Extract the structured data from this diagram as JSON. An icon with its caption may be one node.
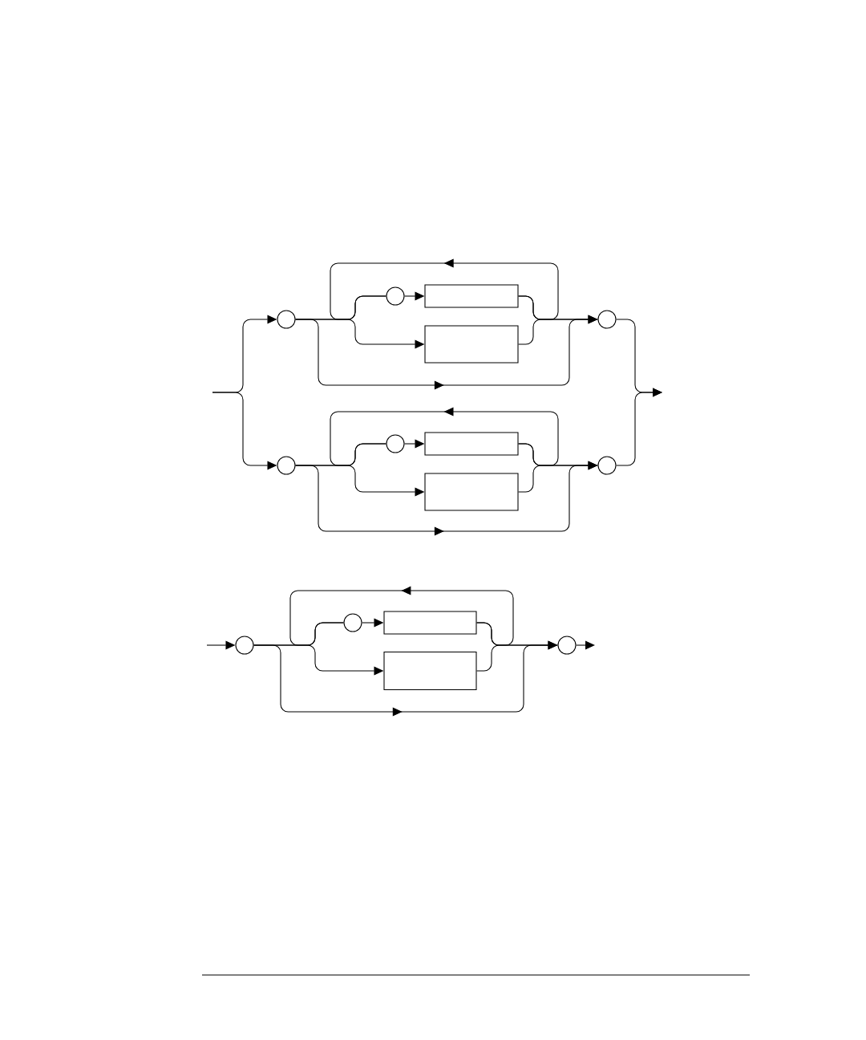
{
  "diagram": {
    "nodes": [
      {
        "text": [],
        "shape": "circle"
      },
      {
        "text": [],
        "shape": "circle"
      },
      {
        "text": [],
        "shape": "box"
      },
      {
        "text": [],
        "shape": "box"
      },
      {
        "text": [],
        "shape": "circle"
      },
      {
        "text": [],
        "shape": "circle"
      },
      {
        "text": [],
        "shape": "circle"
      },
      {
        "text": [],
        "shape": "box"
      },
      {
        "text": [],
        "shape": "box"
      },
      {
        "text": [],
        "shape": "circle"
      },
      {
        "text": [],
        "shape": "circle"
      },
      {
        "text": [],
        "shape": "circle"
      },
      {
        "text": [],
        "shape": "box"
      },
      {
        "text": [],
        "shape": "box"
      },
      {
        "text": [],
        "shape": "circle"
      }
    ],
    "edges": [
      {
        "from": null,
        "to": 0,
        "arrow": "to"
      },
      {
        "from": null,
        "to": 5,
        "arrow": "to"
      },
      {
        "from": 0,
        "to": 1,
        "arrow": "none"
      },
      {
        "from": 1,
        "to": 2,
        "arrow": "to"
      },
      {
        "from": 0,
        "to": 3,
        "arrow": "to"
      },
      {
        "from": 2,
        "to": 4,
        "arrow": "to"
      },
      {
        "from": 3,
        "to": 4,
        "arrow": "to"
      },
      {
        "from": 0,
        "to": 4,
        "arrow": "to"
      },
      {
        "from": 2,
        "to": 1,
        "arrow": "to"
      },
      {
        "from": 4,
        "to": null,
        "arrow": "to"
      },
      {
        "from": 5,
        "to": 6,
        "arrow": "none"
      },
      {
        "from": 6,
        "to": 7,
        "arrow": "to"
      },
      {
        "from": 5,
        "to": 8,
        "arrow": "to"
      },
      {
        "from": 7,
        "to": 9,
        "arrow": "to"
      },
      {
        "from": 8,
        "to": 9,
        "arrow": "to"
      },
      {
        "from": 5,
        "to": 9,
        "arrow": "to"
      },
      {
        "from": 7,
        "to": 6,
        "arrow": "to"
      },
      {
        "from": 9,
        "to": null,
        "arrow": "to"
      },
      {
        "from": null,
        "to": 10,
        "arrow": "to"
      },
      {
        "from": 10,
        "to": 11,
        "arrow": "none"
      },
      {
        "from": 11,
        "to": 12,
        "arrow": "to"
      },
      {
        "from": 10,
        "to": 13,
        "arrow": "to"
      },
      {
        "from": 12,
        "to": 14,
        "arrow": "to"
      },
      {
        "from": 13,
        "to": 14,
        "arrow": "to"
      },
      {
        "from": 10,
        "to": 14,
        "arrow": "to"
      },
      {
        "from": 12,
        "to": 11,
        "arrow": "to"
      },
      {
        "from": 14,
        "to": null,
        "arrow": "to"
      }
    ]
  }
}
